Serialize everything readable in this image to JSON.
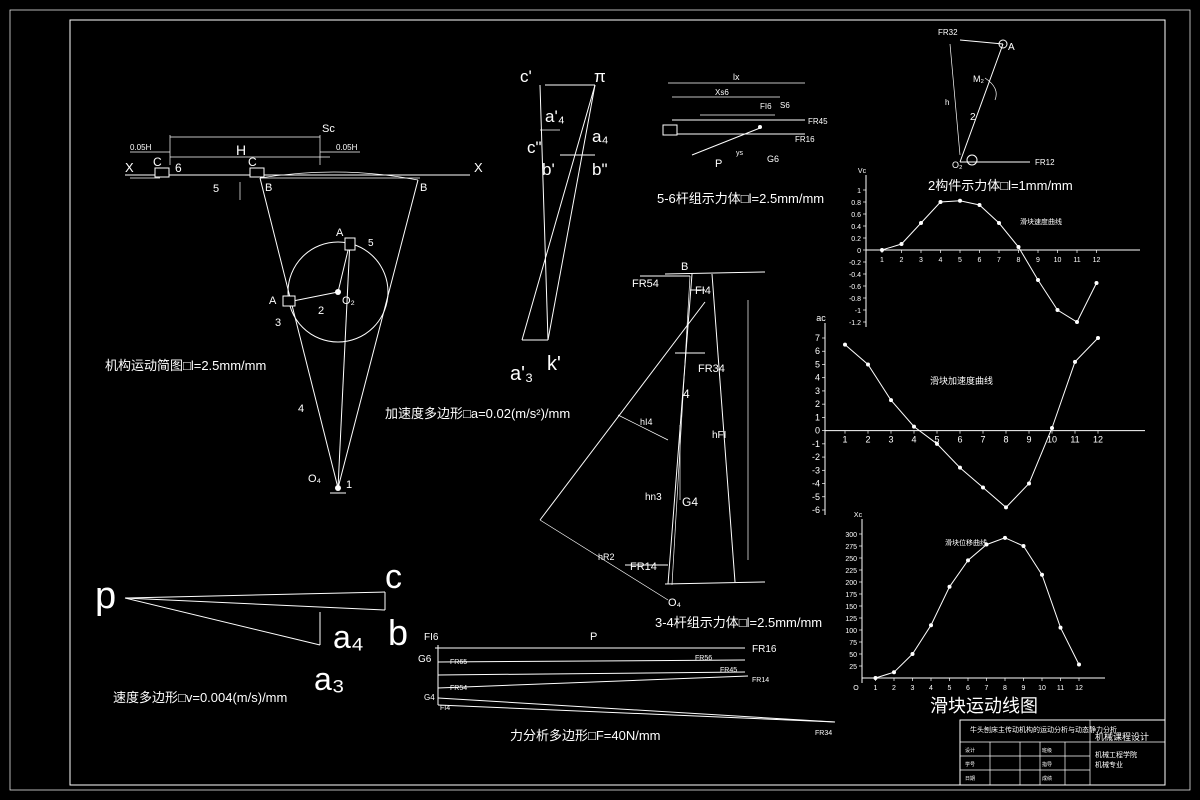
{
  "mechanism": {
    "caption": "机构运动简图□l=2.5mm/mm",
    "labels": {
      "X1": "X",
      "X2": "X",
      "C1": "C",
      "C2": "C",
      "six": "6",
      "H": "H",
      "Sc": "Sc",
      "dim_left": "0.05H",
      "dim_right": "0.05H",
      "five_bottom": "5",
      "B1": "B",
      "B2": "B",
      "A_top": "A",
      "five_right": "5",
      "A_left": "A",
      "three": "3",
      "O2": "O₂",
      "two": "2",
      "four": "4",
      "O4": "O₄",
      "one": "1"
    }
  },
  "accel_polygon": {
    "caption": "加速度多边形□a=0.02(m/s²)/mm",
    "labels": {
      "c_prime": "c'",
      "pi": "π",
      "a4_prime": "a'₄",
      "a4": "a₄",
      "c_dprime": "c\"",
      "b_prime": "b'",
      "b_dprime": "b\"",
      "a3_prime": "a'₃",
      "k_prime": "k'"
    }
  },
  "velocity_polygon": {
    "caption": "速度多边形□v=0.004(m/s)/mm",
    "labels": {
      "p": "p",
      "c": "c",
      "b": "b",
      "a4": "a₄",
      "a3": "a₃"
    }
  },
  "group56": {
    "caption": "5-6杆组示力体□l=2.5mm/mm",
    "labels": {
      "lx": "lx",
      "xs6": "Xs6",
      "Fi6": "FI6",
      "S6": "S6",
      "FR45": "FR45",
      "FR16": "FR16",
      "P": "P",
      "G6": "G6",
      "ys6": "ys"
    }
  },
  "member2": {
    "caption": "2构件示力体□l=1mm/mm",
    "labels": {
      "FR32": "FR32",
      "A": "A",
      "M2": "M₂",
      "two": "2",
      "h": "h",
      "O2": "O₂",
      "FR12": "FR12"
    }
  },
  "group34": {
    "caption": "3-4杆组示力体□l=2.5mm/mm",
    "labels": {
      "B": "B",
      "FR54": "FR54",
      "FI4": "FI4",
      "FR34": "FR34",
      "four": "4",
      "hI4": "hI4",
      "hFI": "hFI",
      "hn3": "hn3",
      "G4": "G4",
      "hR2": "hR2",
      "FR14": "FR14",
      "O4": "O₄"
    }
  },
  "force_polygon": {
    "caption": "力分析多边形□F=40N/mm",
    "labels": {
      "FI6": "FI6",
      "P": "P",
      "G6": "G6",
      "FR65": "FR65",
      "FR56": "FR56",
      "FR16": "FR16",
      "FR45": "FR45",
      "FR54": "FR54",
      "FR34": "FR34",
      "G4": "G4",
      "FI4": "FI4",
      "FR14": "FR14"
    }
  },
  "velocity_chart": {
    "title": "滑块速度曲线",
    "ylabel": "Vc",
    "x_ticks": [
      "1",
      "2",
      "3",
      "4",
      "5",
      "6",
      "7",
      "8",
      "9",
      "10",
      "11",
      "12"
    ],
    "y_ticks": [
      "1",
      "0.8",
      "0.6",
      "0.4",
      "0.2",
      "0",
      "-0.2",
      "-0.4",
      "-0.6",
      "-0.8",
      "-1",
      "-1.2"
    ]
  },
  "accel_chart": {
    "title": "滑块加速度曲线",
    "ylabel": "ac",
    "x_ticks": [
      "1",
      "2",
      "3",
      "4",
      "5",
      "6",
      "7",
      "8",
      "9",
      "10",
      "11",
      "12"
    ],
    "y_ticks": [
      "7",
      "6",
      "5",
      "4",
      "3",
      "2",
      "1",
      "0",
      "-1",
      "-2",
      "-3",
      "-4",
      "-5",
      "-6"
    ]
  },
  "disp_chart": {
    "title": "滑块位移曲线",
    "ylabel": "Xc",
    "x_ticks": [
      "O",
      "1",
      "2",
      "3",
      "4",
      "5",
      "6",
      "7",
      "8",
      "9",
      "10",
      "11",
      "12"
    ],
    "y_ticks": [
      "300",
      "275",
      "250",
      "225",
      "200",
      "175",
      "150",
      "125",
      "100",
      "75",
      "50",
      "25"
    ]
  },
  "charts_caption": "滑块运动线图",
  "chart_data": [
    {
      "type": "line",
      "title": "滑块速度曲线",
      "ylabel": "Vc",
      "x": [
        1,
        2,
        3,
        4,
        5,
        6,
        7,
        8,
        9,
        10,
        11,
        12
      ],
      "y": [
        0,
        0.1,
        0.45,
        0.8,
        0.82,
        0.75,
        0.45,
        0.05,
        -0.5,
        -1.0,
        -1.2,
        -0.55
      ],
      "ylim": [
        -1.2,
        1
      ]
    },
    {
      "type": "line",
      "title": "滑块加速度曲线",
      "ylabel": "ac",
      "x": [
        1,
        2,
        3,
        4,
        5,
        6,
        7,
        8,
        9,
        10,
        11,
        12
      ],
      "y": [
        6.5,
        5.0,
        2.3,
        0.3,
        -1.0,
        -2.8,
        -4.3,
        -5.8,
        -4.0,
        0.2,
        5.2,
        7.0
      ],
      "ylim": [
        -6,
        7
      ]
    },
    {
      "type": "line",
      "title": "滑块位移曲线",
      "ylabel": "Xc",
      "x": [
        1,
        2,
        3,
        4,
        5,
        6,
        7,
        8,
        9,
        10,
        11,
        12
      ],
      "y": [
        0,
        12,
        50,
        110,
        190,
        245,
        278,
        292,
        275,
        215,
        105,
        28
      ],
      "ylim": [
        0,
        300
      ]
    }
  ],
  "title_block": {
    "project": "牛头刨床主传动机构的运动分析与动态静力分析",
    "course": "机械课程设计",
    "dept": "机械工程学院",
    "major": "机械专业",
    "cells": [
      "设计",
      "班级",
      "学号",
      "指导",
      "日期",
      "成绩"
    ]
  }
}
